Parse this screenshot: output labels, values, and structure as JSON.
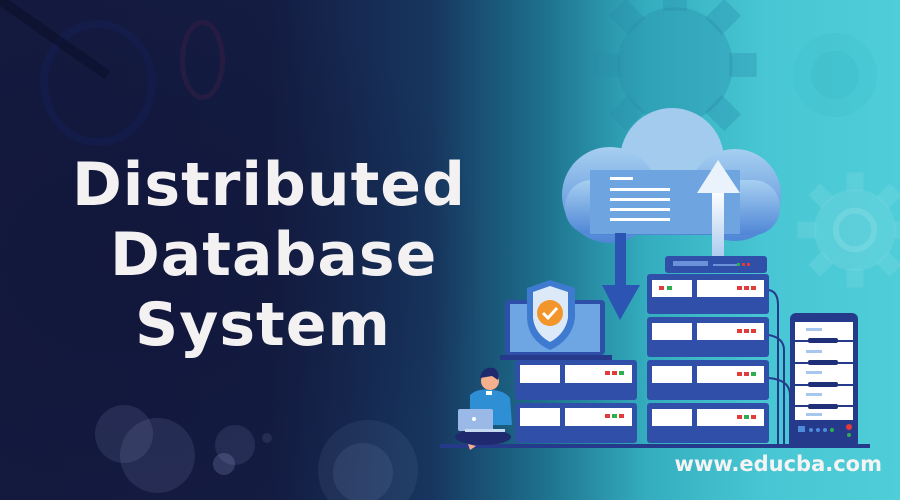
{
  "banner": {
    "title_lines": [
      "Distributed",
      "Database",
      "System"
    ],
    "website": "www.educba.com"
  },
  "illustration": {
    "elements": [
      "cloud-with-document",
      "upload-arrow",
      "download-arrow",
      "shield-checkmark-laptop",
      "server-rack-stack",
      "tower-server",
      "person-with-laptop",
      "gears-background"
    ],
    "server_leds": {
      "rack_top": [
        "green",
        "red",
        "red"
      ],
      "rack_1_left": [
        "red",
        "green"
      ],
      "rack_1_right": [
        "red",
        "red",
        "red"
      ],
      "rack_2_right": [
        "red",
        "red",
        "red"
      ],
      "rack_3_right": [
        "red",
        "red",
        "green"
      ],
      "rack_4_right": [
        "red",
        "green",
        "red"
      ],
      "left_rack_1_right": [
        "red",
        "red",
        "green"
      ],
      "left_rack_2_right": [
        "red",
        "green",
        "red"
      ]
    }
  },
  "colors": {
    "bg_dark": "#141a3f",
    "bg_teal": "#4fcdd8",
    "server_blue": "#2f4fa8",
    "server_dark": "#263a8c",
    "cloud_light": "#9cc8ef",
    "cloud_mid": "#5d97dc",
    "shield_orange": "#f2962b",
    "led_red": "#e23b3b",
    "led_green": "#2fae4f",
    "text_white": "#f4f1f3"
  }
}
